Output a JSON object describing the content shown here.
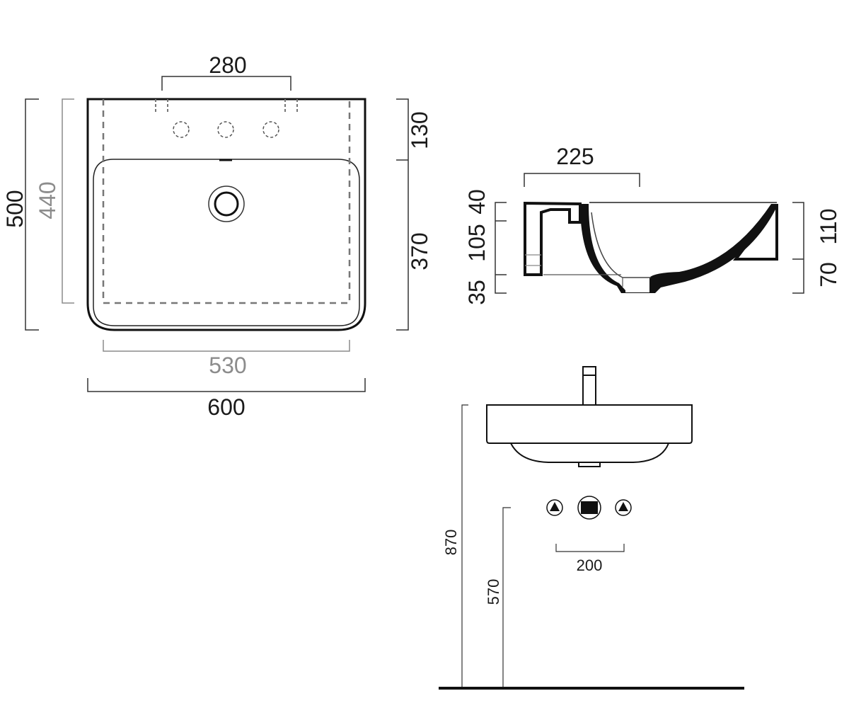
{
  "top_view": {
    "tap_spacing": "280",
    "overall_depth": "500",
    "inner_depth": "440",
    "front_depth": "130",
    "bowl_depth": "370",
    "inner_width": "530",
    "overall_width": "600"
  },
  "side_section": {
    "drain_offset": "225",
    "left_40": "40",
    "left_105": "105",
    "left_35": "35",
    "right_110": "110",
    "right_70": "70"
  },
  "elevation": {
    "basin_height": "870",
    "outlet_height": "570",
    "outlet_spacing": "200"
  },
  "colors": {
    "line": "#1a1a1a",
    "secondary": "#8c8c8c"
  }
}
